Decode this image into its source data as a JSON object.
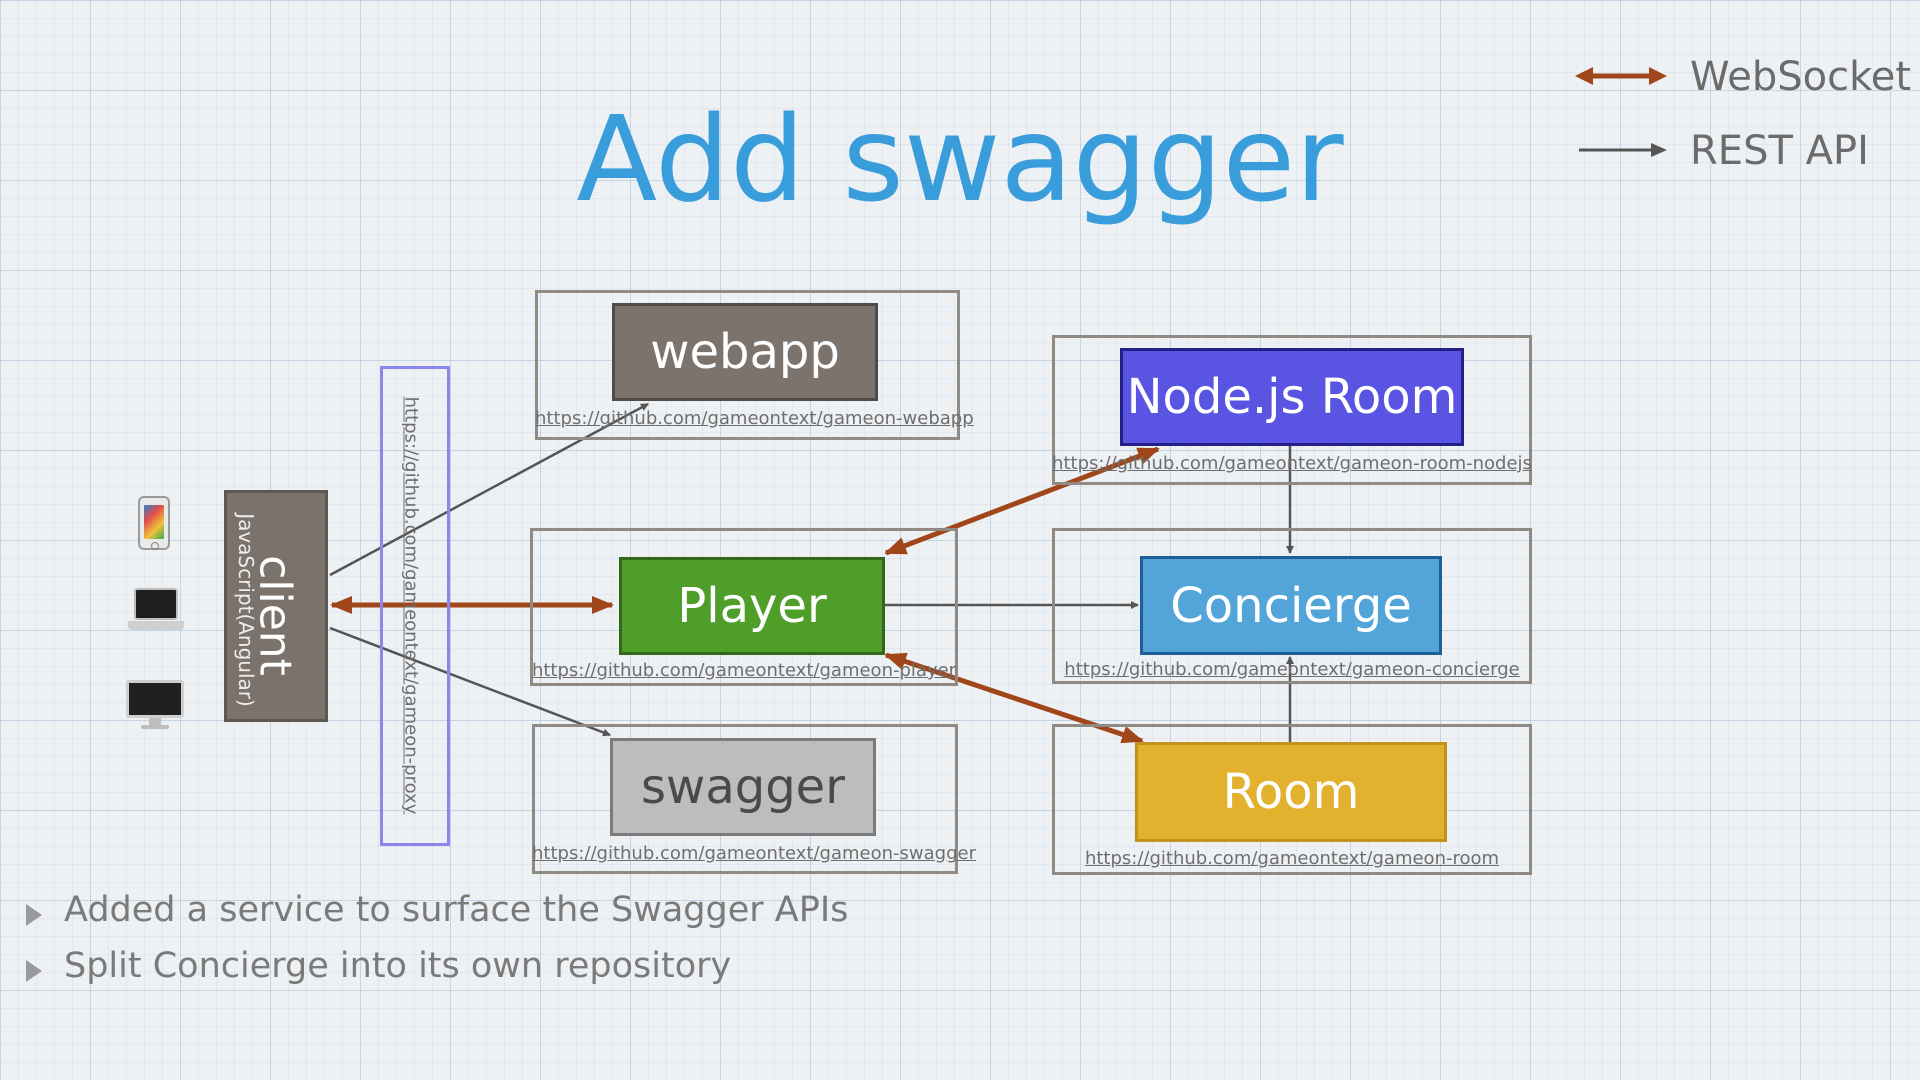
{
  "slide": {
    "title": "Add swagger"
  },
  "legend": {
    "websocket_label": "WebSocket",
    "rest_label": "REST API",
    "websocket_color": "#a0461a",
    "rest_color": "#555555"
  },
  "client": {
    "label": "client",
    "sublabel": "JavaScript(Angular)",
    "devices": [
      "phone-icon",
      "laptop-icon",
      "desktop-icon"
    ]
  },
  "proxy": {
    "url": "https://github.com/gameontext/gameon-proxy"
  },
  "services": {
    "webapp": {
      "label": "webapp",
      "url": "https://github.com/gameontext/gameon-webapp",
      "color": "#7b736c"
    },
    "player": {
      "label": "Player",
      "url": "https://github.com/gameontext/gameon-player",
      "color": "#4f9e2a"
    },
    "swagger": {
      "label": "swagger",
      "url": "https://github.com/gameontext/gameon-swagger",
      "color": "#bdbdbd"
    },
    "nodejs_room": {
      "label": "Node.js Room",
      "url": "https://github.com/gameontext/gameon-room-nodejs",
      "color": "#5a54e2"
    },
    "concierge": {
      "label": "Concierge",
      "url": "https://github.com/gameontext/gameon-concierge",
      "color": "#52a4d9"
    },
    "room": {
      "label": "Room",
      "url": "https://github.com/gameontext/gameon-room",
      "color": "#e2b22f"
    }
  },
  "bullets": [
    "Added a service to surface the Swagger APIs",
    "Split Concierge into its own repository"
  ]
}
